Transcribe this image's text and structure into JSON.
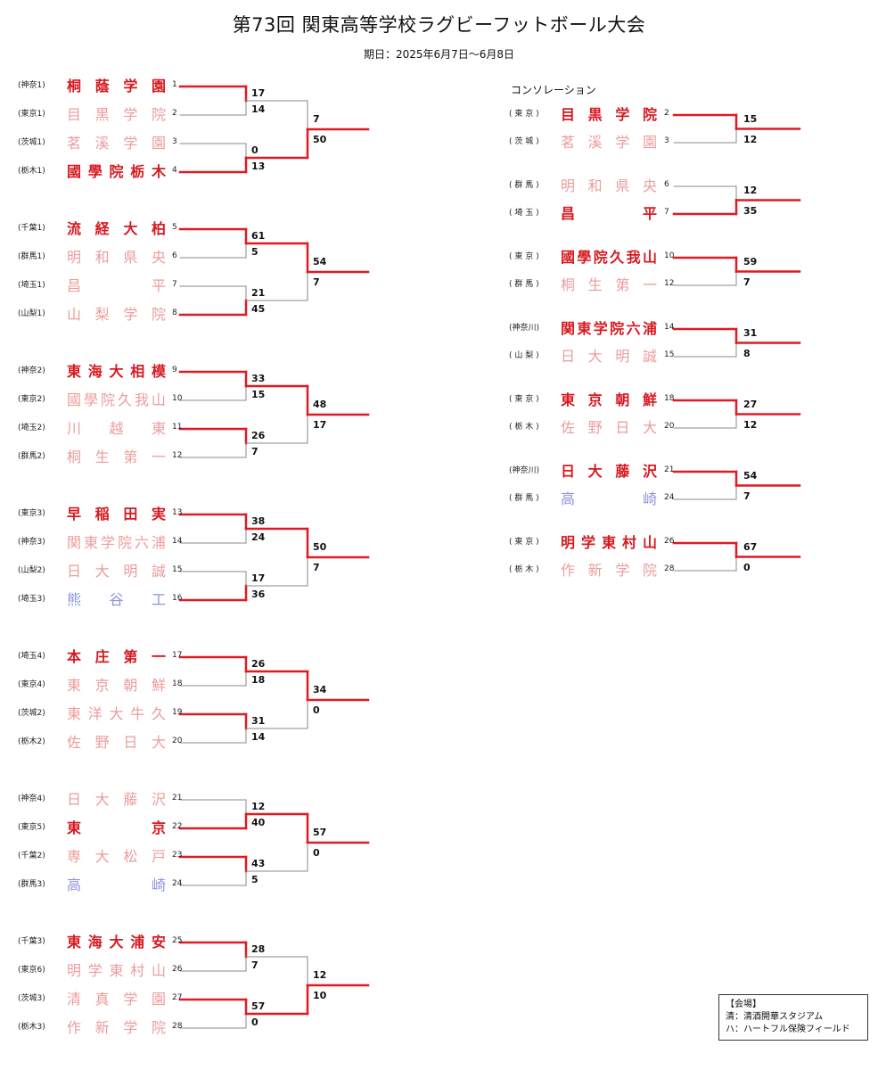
{
  "header": {
    "title": "第73回 関東高等学校ラグビーフットボール大会",
    "date": "期日：2025年6月7日～6月8日"
  },
  "consolation_title": "コンソレーション",
  "main_blocks": [
    {
      "teams": [
        {
          "pref": "(神奈1)",
          "name": "桐蔭学園",
          "seed": "1",
          "status": "win"
        },
        {
          "pref": "(東京1)",
          "name": "目黒学院",
          "seed": "2",
          "status": "lose"
        },
        {
          "pref": "(茨城1)",
          "name": "茗溪学園",
          "seed": "3",
          "status": "lose"
        },
        {
          "pref": "(栃木1)",
          "name": "國學院栃木",
          "seed": "4",
          "status": "win"
        }
      ],
      "r1_scores": [
        "17",
        "14",
        "0",
        "13"
      ],
      "r2_scores": [
        "7",
        "50"
      ],
      "r1_winners": [
        0,
        1
      ],
      "r2_winner": 1
    },
    {
      "teams": [
        {
          "pref": "(千葉1)",
          "name": "流経大柏",
          "seed": "5",
          "status": "win"
        },
        {
          "pref": "(群馬1)",
          "name": "明和県央",
          "seed": "6",
          "status": "lose"
        },
        {
          "pref": "(埼玉1)",
          "name": "昌平",
          "seed": "7",
          "status": "lose"
        },
        {
          "pref": "(山梨1)",
          "name": "山梨学院",
          "seed": "8",
          "status": "lose"
        }
      ],
      "r1_scores": [
        "61",
        "5",
        "21",
        "45"
      ],
      "r2_scores": [
        "54",
        "7"
      ],
      "r1_winners": [
        0,
        1
      ],
      "r2_winner": 0
    },
    {
      "teams": [
        {
          "pref": "(神奈2)",
          "name": "東海大相模",
          "seed": "9",
          "status": "win"
        },
        {
          "pref": "(東京2)",
          "name": "國學院久我山",
          "seed": "10",
          "status": "lose"
        },
        {
          "pref": "(埼玉2)",
          "name": "川越東",
          "seed": "11",
          "status": "lose"
        },
        {
          "pref": "(群馬2)",
          "name": "桐生第一",
          "seed": "12",
          "status": "lose"
        }
      ],
      "r1_scores": [
        "33",
        "15",
        "26",
        "7"
      ],
      "r2_scores": [
        "48",
        "17"
      ],
      "r1_winners": [
        0,
        0
      ],
      "r2_winner": 0
    },
    {
      "teams": [
        {
          "pref": "(東京3)",
          "name": "早稲田実",
          "seed": "13",
          "status": "win"
        },
        {
          "pref": "(神奈3)",
          "name": "関東学院六浦",
          "seed": "14",
          "status": "lose"
        },
        {
          "pref": "(山梨2)",
          "name": "日大明誠",
          "seed": "15",
          "status": "lose"
        },
        {
          "pref": "(埼玉3)",
          "name": "熊谷工",
          "seed": "16",
          "status": "blue"
        }
      ],
      "r1_scores": [
        "38",
        "24",
        "17",
        "36"
      ],
      "r2_scores": [
        "50",
        "7"
      ],
      "r1_winners": [
        0,
        1
      ],
      "r2_winner": 0
    },
    {
      "teams": [
        {
          "pref": "(埼玉4)",
          "name": "本庄第一",
          "seed": "17",
          "status": "win"
        },
        {
          "pref": "(東京4)",
          "name": "東京朝鮮",
          "seed": "18",
          "status": "lose"
        },
        {
          "pref": "(茨城2)",
          "name": "東洋大牛久",
          "seed": "19",
          "status": "lose"
        },
        {
          "pref": "(栃木2)",
          "name": "佐野日大",
          "seed": "20",
          "status": "lose"
        }
      ],
      "r1_scores": [
        "26",
        "18",
        "31",
        "14"
      ],
      "r2_scores": [
        "34",
        "0"
      ],
      "r1_winners": [
        0,
        0
      ],
      "r2_winner": 0
    },
    {
      "teams": [
        {
          "pref": "(神奈4)",
          "name": "日大藤沢",
          "seed": "21",
          "status": "lose"
        },
        {
          "pref": "(東京5)",
          "name": "東京",
          "seed": "22",
          "status": "win"
        },
        {
          "pref": "(千葉2)",
          "name": "専大松戸",
          "seed": "23",
          "status": "lose"
        },
        {
          "pref": "(群馬3)",
          "name": "高崎",
          "seed": "24",
          "status": "blue"
        }
      ],
      "r1_scores": [
        "12",
        "40",
        "43",
        "5"
      ],
      "r2_scores": [
        "57",
        "0"
      ],
      "r1_winners": [
        1,
        0
      ],
      "r2_winner": 0
    },
    {
      "teams": [
        {
          "pref": "(千葉3)",
          "name": "東海大浦安",
          "seed": "25",
          "status": "win"
        },
        {
          "pref": "(東京6)",
          "name": "明学東村山",
          "seed": "26",
          "status": "lose"
        },
        {
          "pref": "(茨城3)",
          "name": "清真学園",
          "seed": "27",
          "status": "lose"
        },
        {
          "pref": "(栃木3)",
          "name": "作新学院",
          "seed": "28",
          "status": "lose"
        }
      ],
      "r1_scores": [
        "28",
        "7",
        "57",
        "0"
      ],
      "r2_scores": [
        "12",
        "10"
      ],
      "r1_winners": [
        0,
        0
      ],
      "r2_winner": 1
    }
  ],
  "consolation": [
    {
      "teams": [
        {
          "pref": "( 東 京 )",
          "name": "目黒学院",
          "seed": "2",
          "status": "win"
        },
        {
          "pref": "( 茨 城 )",
          "name": "茗溪学園",
          "seed": "3",
          "status": "lose"
        }
      ],
      "scores": [
        "15",
        "12"
      ],
      "winner": 0
    },
    {
      "teams": [
        {
          "pref": "( 群 馬 )",
          "name": "明和県央",
          "seed": "6",
          "status": "lose"
        },
        {
          "pref": "( 埼 玉 )",
          "name": "昌平",
          "seed": "7",
          "status": "win"
        }
      ],
      "scores": [
        "12",
        "35"
      ],
      "winner": 1
    },
    {
      "teams": [
        {
          "pref": "( 東 京 )",
          "name": "國學院久我山",
          "seed": "10",
          "status": "win"
        },
        {
          "pref": "( 群 馬 )",
          "name": "桐生第一",
          "seed": "12",
          "status": "lose"
        }
      ],
      "scores": [
        "59",
        "7"
      ],
      "winner": 0
    },
    {
      "teams": [
        {
          "pref": "(神奈川)",
          "name": "関東学院六浦",
          "seed": "14",
          "status": "win"
        },
        {
          "pref": "( 山 梨 )",
          "name": "日大明誠",
          "seed": "15",
          "status": "lose"
        }
      ],
      "scores": [
        "31",
        "8"
      ],
      "winner": 0
    },
    {
      "teams": [
        {
          "pref": "( 東 京 )",
          "name": "東京朝鮮",
          "seed": "18",
          "status": "win"
        },
        {
          "pref": "( 栃 木 )",
          "name": "佐野日大",
          "seed": "20",
          "status": "lose"
        }
      ],
      "scores": [
        "27",
        "12"
      ],
      "winner": 0
    },
    {
      "teams": [
        {
          "pref": "(神奈川)",
          "name": "日大藤沢",
          "seed": "21",
          "status": "win"
        },
        {
          "pref": "( 群 馬 )",
          "name": "高崎",
          "seed": "24",
          "status": "blue"
        }
      ],
      "scores": [
        "54",
        "7"
      ],
      "winner": 0
    },
    {
      "teams": [
        {
          "pref": "( 東 京 )",
          "name": "明学東村山",
          "seed": "26",
          "status": "win"
        },
        {
          "pref": "( 栃 木 )",
          "name": "作新学院",
          "seed": "28",
          "status": "lose"
        }
      ],
      "scores": [
        "67",
        "0"
      ],
      "winner": 0
    }
  ],
  "venue": {
    "title": "【会場】",
    "line1": "清：清酒開華スタジアム",
    "line2": "ハ：ハートフル保険フィールド"
  },
  "colors": {
    "win": "#d71920",
    "lose": "#ec9c9c",
    "blue": "#8d92dc",
    "line_win": "#e01a22",
    "line_lose": "#888888"
  }
}
